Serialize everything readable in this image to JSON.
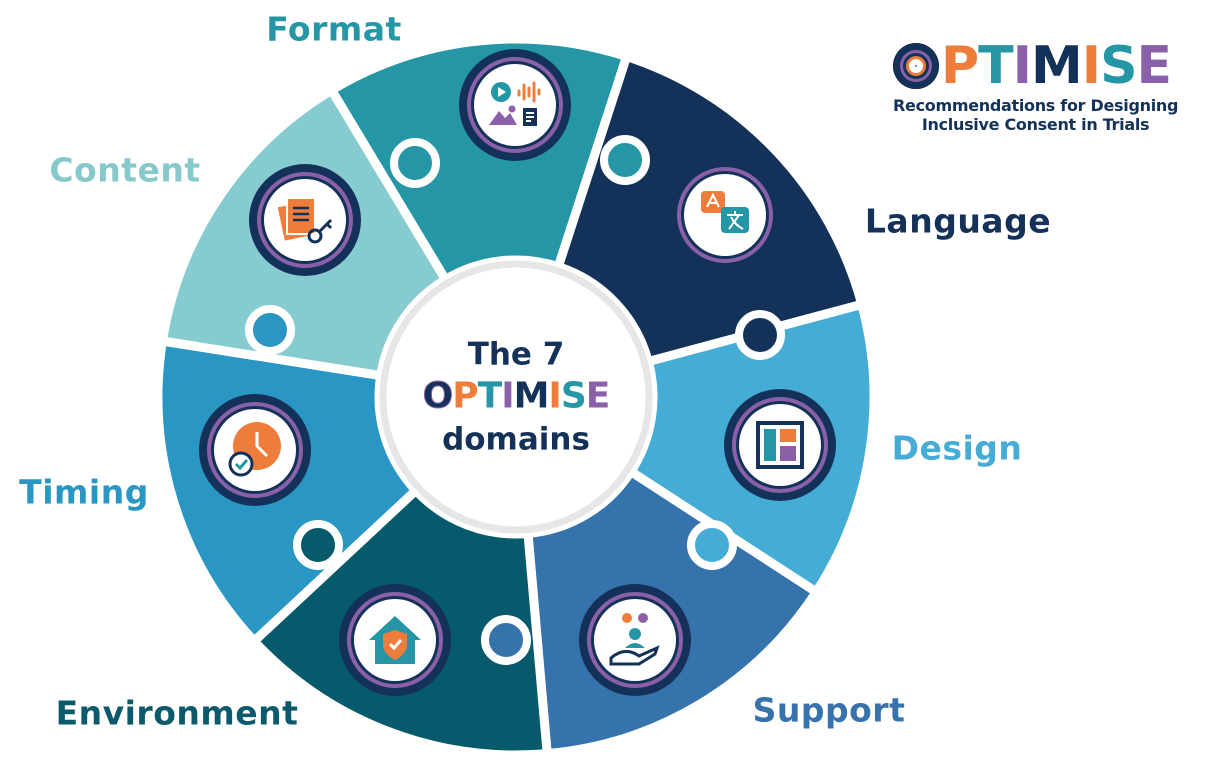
{
  "center": {
    "line1": "The 7",
    "brand": "OPTIMISE",
    "line3": "domains"
  },
  "logo": {
    "brand": "OPTIMISE",
    "tagline1": "Recommendations for Designing",
    "tagline2": "Inclusive Consent in Trials"
  },
  "brand_letters": [
    {
      "ch": "P",
      "color": "#ee7d3b"
    },
    {
      "ch": "T",
      "color": "#2596a6"
    },
    {
      "ch": "I",
      "color": "#8a60a8"
    },
    {
      "ch": "M",
      "color": "#143259"
    },
    {
      "ch": "I",
      "color": "#ee7d3b"
    },
    {
      "ch": "S",
      "color": "#2596a6"
    },
    {
      "ch": "E",
      "color": "#8a60a8"
    }
  ],
  "domains": [
    {
      "name": "Format",
      "color": "#2596a6",
      "label_color": "#2596a6",
      "icon": "media-formats-icon"
    },
    {
      "name": "Language",
      "color": "#143259",
      "label_color": "#143259",
      "icon": "translate-icon"
    },
    {
      "name": "Design",
      "color": "#45acd5",
      "label_color": "#45acd5",
      "icon": "layout-icon"
    },
    {
      "name": "Support",
      "color": "#3672ab",
      "label_color": "#3672ab",
      "icon": "helping-hand-icon"
    },
    {
      "name": "Environment",
      "color": "#065a6b",
      "label_color": "#0b5a6b",
      "icon": "safe-home-icon"
    },
    {
      "name": "Timing",
      "color": "#2a96c3",
      "label_color": "#2a96c3",
      "icon": "clock-check-icon"
    },
    {
      "name": "Content",
      "color": "#86cbd0",
      "label_color": "#86c8cc",
      "icon": "documents-key-icon"
    }
  ]
}
